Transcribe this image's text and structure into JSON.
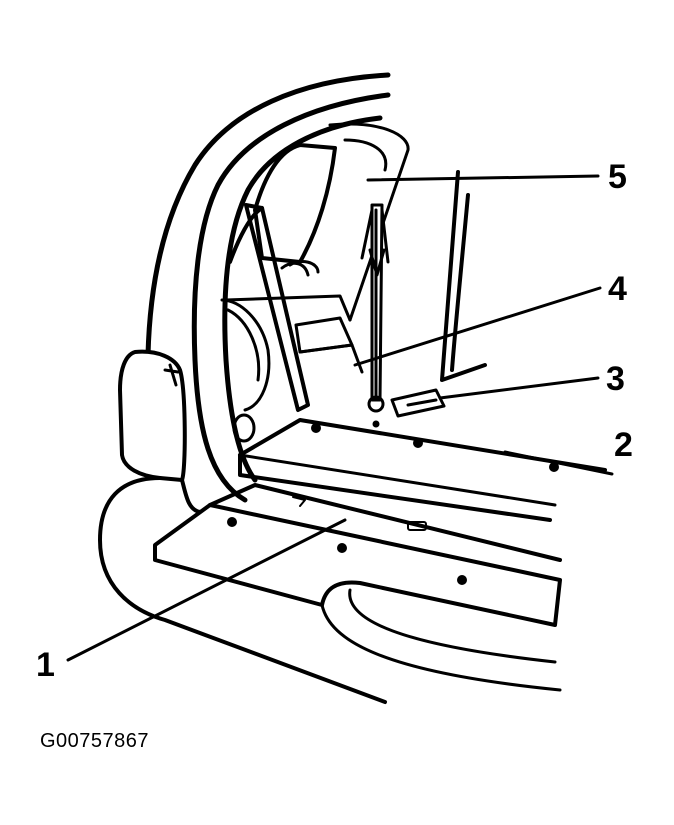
{
  "callouts": [
    {
      "id": "1",
      "label": "1"
    },
    {
      "id": "2",
      "label": "2"
    },
    {
      "id": "3",
      "label": "3"
    },
    {
      "id": "4",
      "label": "4"
    },
    {
      "id": "5",
      "label": "5"
    }
  ],
  "figure_id": "G00757867",
  "colors": {
    "ink": "#000000",
    "paper": "#ffffff"
  }
}
